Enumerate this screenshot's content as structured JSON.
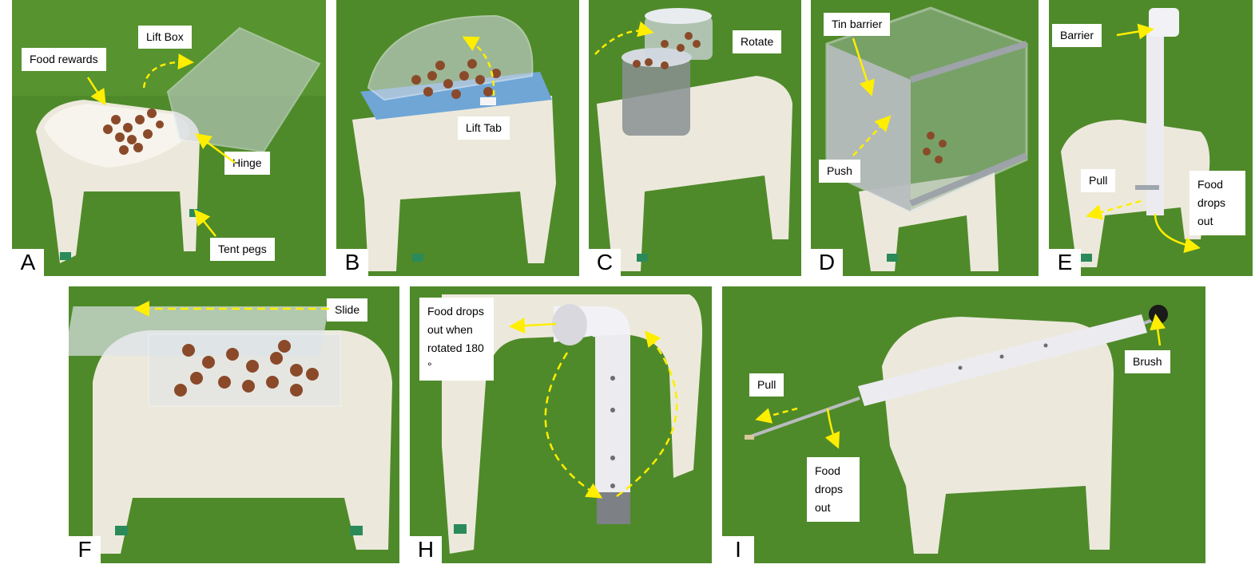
{
  "panels": {
    "A": {
      "letter": "A",
      "labels": {
        "food_rewards": "Food rewards",
        "lift_box": "Lift Box",
        "hinge": "Hinge",
        "tent_pegs": "Tent pegs"
      }
    },
    "B": {
      "letter": "B",
      "labels": {
        "lift_tab": "Lift Tab"
      }
    },
    "C": {
      "letter": "C",
      "labels": {
        "rotate": "Rotate"
      }
    },
    "D": {
      "letter": "D",
      "labels": {
        "tin_barrier": "Tin barrier",
        "push": "Push"
      }
    },
    "E": {
      "letter": "E",
      "labels": {
        "barrier": "Barrier",
        "pull": "Pull",
        "food_drops_out": "Food drops out"
      }
    },
    "F": {
      "letter": "F",
      "labels": {
        "slide": "Slide"
      }
    },
    "H": {
      "letter": "H",
      "labels": {
        "food_drops_out_rotated": "Food drops out when rotated 180 °"
      }
    },
    "I": {
      "letter": "I",
      "labels": {
        "pull": "Pull",
        "food_drops_out": "Food drops out",
        "brush": "Brush"
      }
    }
  },
  "colors": {
    "grass": "#4f8a2a",
    "stool": "#ece9dc",
    "annotation_arrow": "#ffee00",
    "peg": "#2a8a5a",
    "kibble": "#8a4a2a",
    "blue_tray": "#6fa6d6"
  }
}
